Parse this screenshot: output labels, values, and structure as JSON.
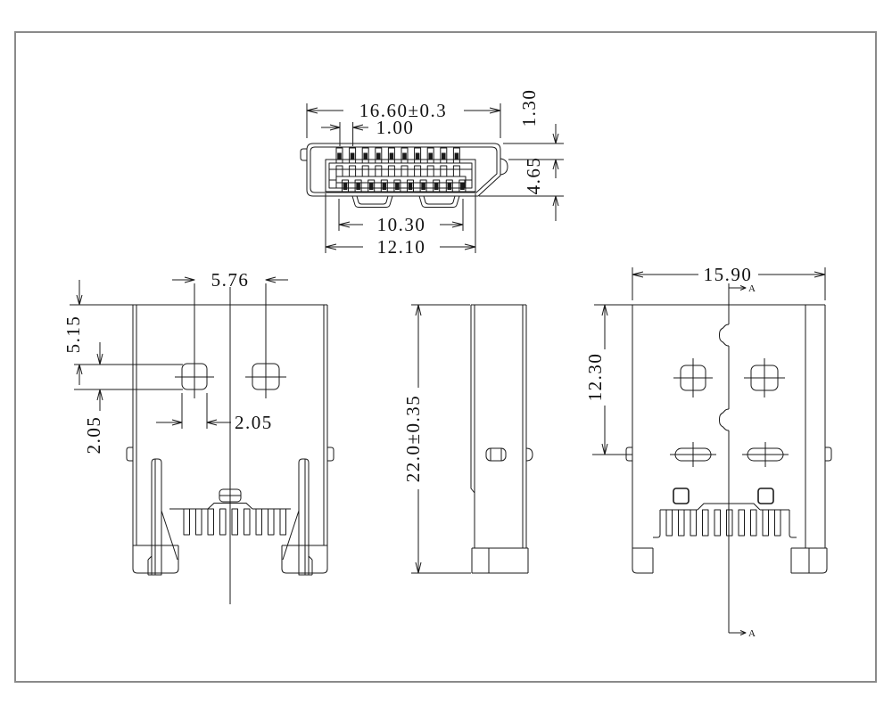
{
  "drawing": {
    "kind": "connector-mechanical-drawing",
    "line_color": "#1a1a1a",
    "frame_color": "#8a8a8a",
    "views": {
      "front": {
        "dims": {
          "overall_width": "16.60±0.3",
          "pin_pitch": "1.00",
          "shell_lip": "1.30",
          "shell_height": "4.65",
          "tongue_width": "10.30",
          "cavity_width": "12.10"
        }
      },
      "side": {
        "dims": {
          "dimple_spacing": "5.76",
          "dimple_offset": "5.15",
          "dimple_height": "2.05",
          "dimple_width": "2.05"
        }
      },
      "profile": {
        "dims": {
          "overall_length": "22.0±0.35"
        }
      },
      "rear": {
        "dims": {
          "overall_width": "15.90",
          "slot_center": "12.30"
        },
        "section_label": "A"
      }
    }
  }
}
